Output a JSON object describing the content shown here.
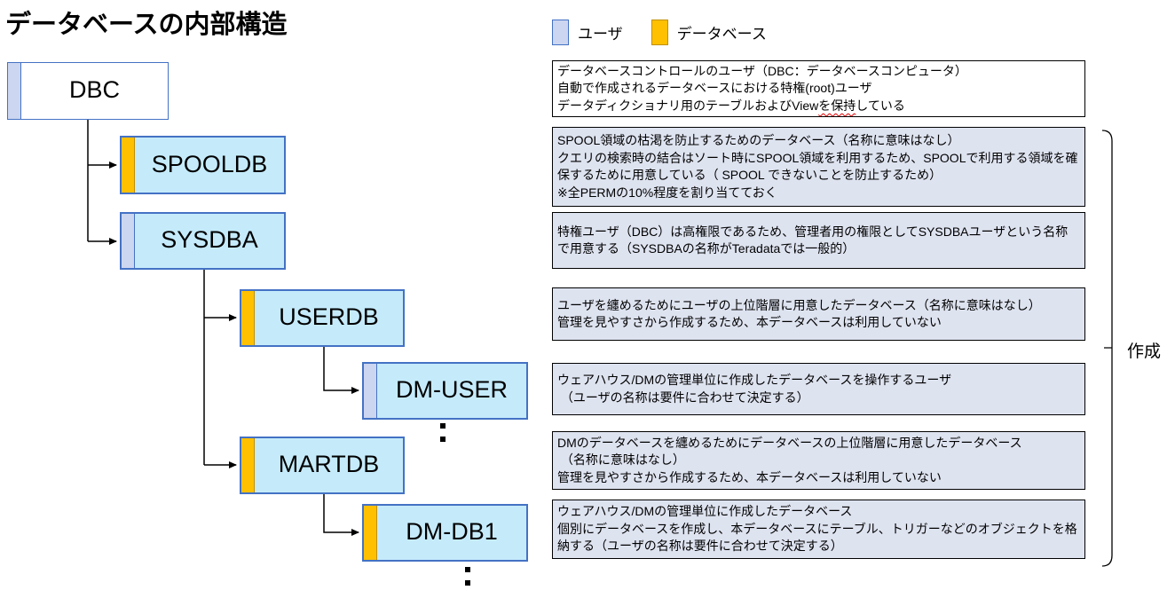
{
  "title": "データベースの内部構造",
  "legend": {
    "user": "ユーザ",
    "database": "データベース"
  },
  "colors": {
    "user_fill": "#ccd6f0",
    "database_fill": "#ffc000",
    "node_fill": "#c5ebfb",
    "node_border": "#4472c4",
    "note_background": "#dee3f0",
    "spellcheck_underline": "#e00000"
  },
  "nodes": [
    {
      "label": "DBC",
      "type": "user"
    },
    {
      "label": "SPOOLDB",
      "type": "database"
    },
    {
      "label": "SYSDBA",
      "type": "user"
    },
    {
      "label": "USERDB",
      "type": "database"
    },
    {
      "label": "DM-USER",
      "type": "user"
    },
    {
      "label": "MARTDB",
      "type": "database"
    },
    {
      "label": "DM-DB1",
      "type": "database"
    }
  ],
  "notes": [
    {
      "lines": [
        "データベースコントロールのユーザ（DBC：データベースコンピュータ）",
        "自動で作成されるデータベースにおける特権(root)ユーザ"
      ],
      "wavy": {
        "pre": "データディクショナリ用のテーブルおよびView",
        "text": "を保持",
        "post": "している"
      }
    },
    {
      "lines": [
        "SPOOL領域の枯渇を防止するためのデータベース（名称に意味はなし）",
        "クエリの検索時の結合はソート時にSPOOL領域を利用するため、SPOOLで利用する領域を確保するために用意している（ SPOOL できないことを防止するため）",
        "※全PERMの10%程度を割り当てておく"
      ]
    },
    {
      "lines": [
        "特権ユーザ（DBC）は高権限であるため、管理者用の権限としてSYSDBAユーザという名称で用意する（SYSDBAの名称がTeradataでは一般的）"
      ]
    },
    {
      "lines": [
        "ユーザを纏めるためにユーザの上位階層に用意したデータベース（名称に意味はなし）",
        "管理を見やすさから作成するため、本データベースは利用していない"
      ]
    },
    {
      "lines": [
        "ウェアハウス/DMの管理単位に作成したデータベースを操作するユーザ",
        " （ユーザの名称は要件に合わせて決定する）"
      ]
    },
    {
      "lines": [
        "DMのデータベースを纏めるためにデータベースの上位階層に用意したデータベース",
        " （名称に意味はなし）",
        "管理を見やすさから作成するため、本データベースは利用していない"
      ]
    },
    {
      "lines": [
        "ウェアハウス/DMの管理単位に作成したデータベース",
        "個別にデータベースを作成し、本データベースにテーブル、トリガーなどのオブジェクトを格納する（ユーザの名称は要件に合わせて決定する）"
      ]
    }
  ],
  "bracket_label": "作成"
}
